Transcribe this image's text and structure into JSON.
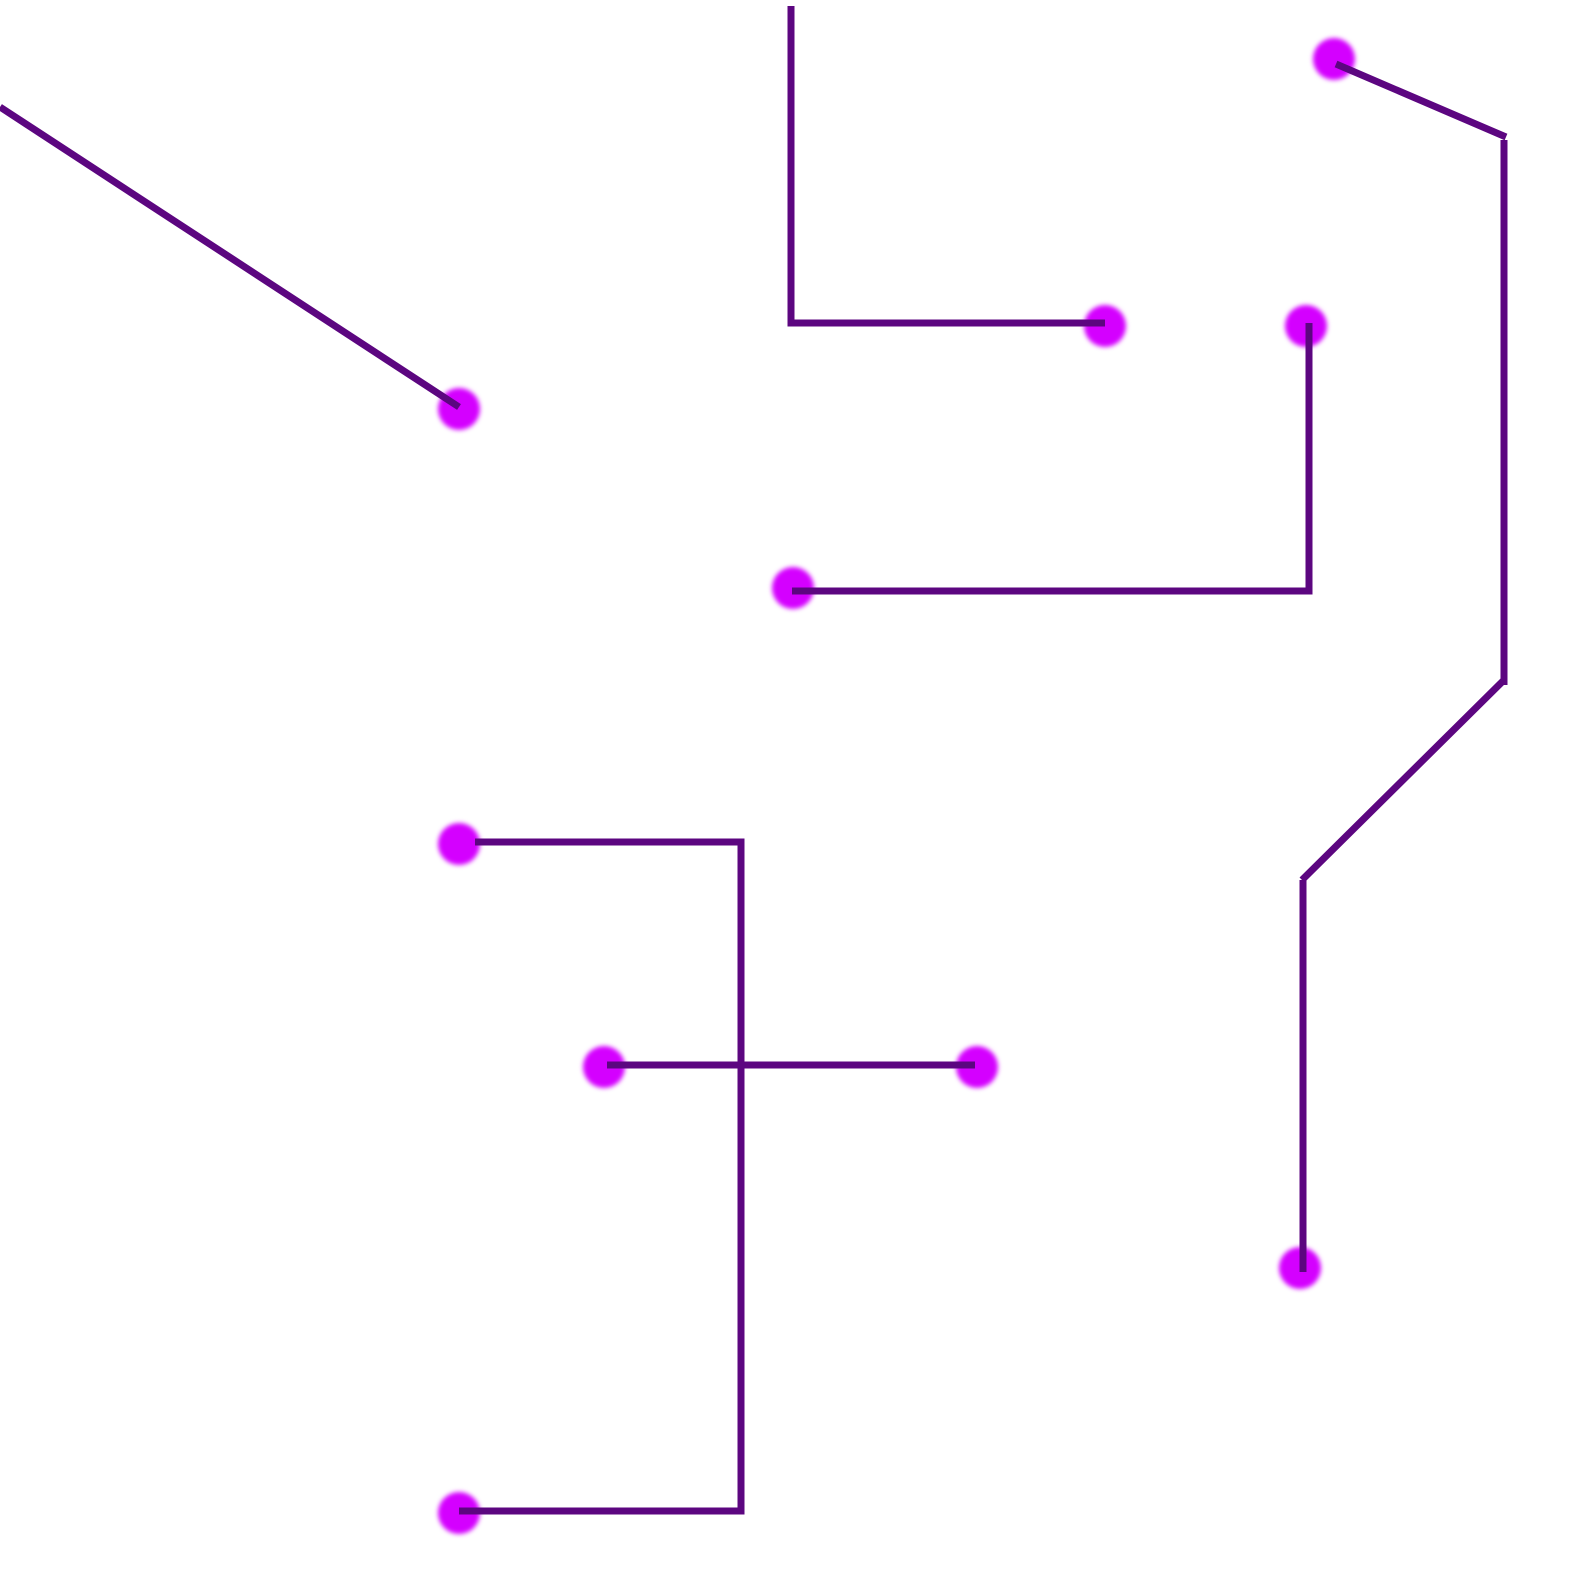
{
  "colors": {
    "line": "#5c0680",
    "node": "#d400ff",
    "background": "#ffffff"
  },
  "diagram": {
    "type": "network-paths",
    "node_count": 12,
    "path_count": 6
  }
}
